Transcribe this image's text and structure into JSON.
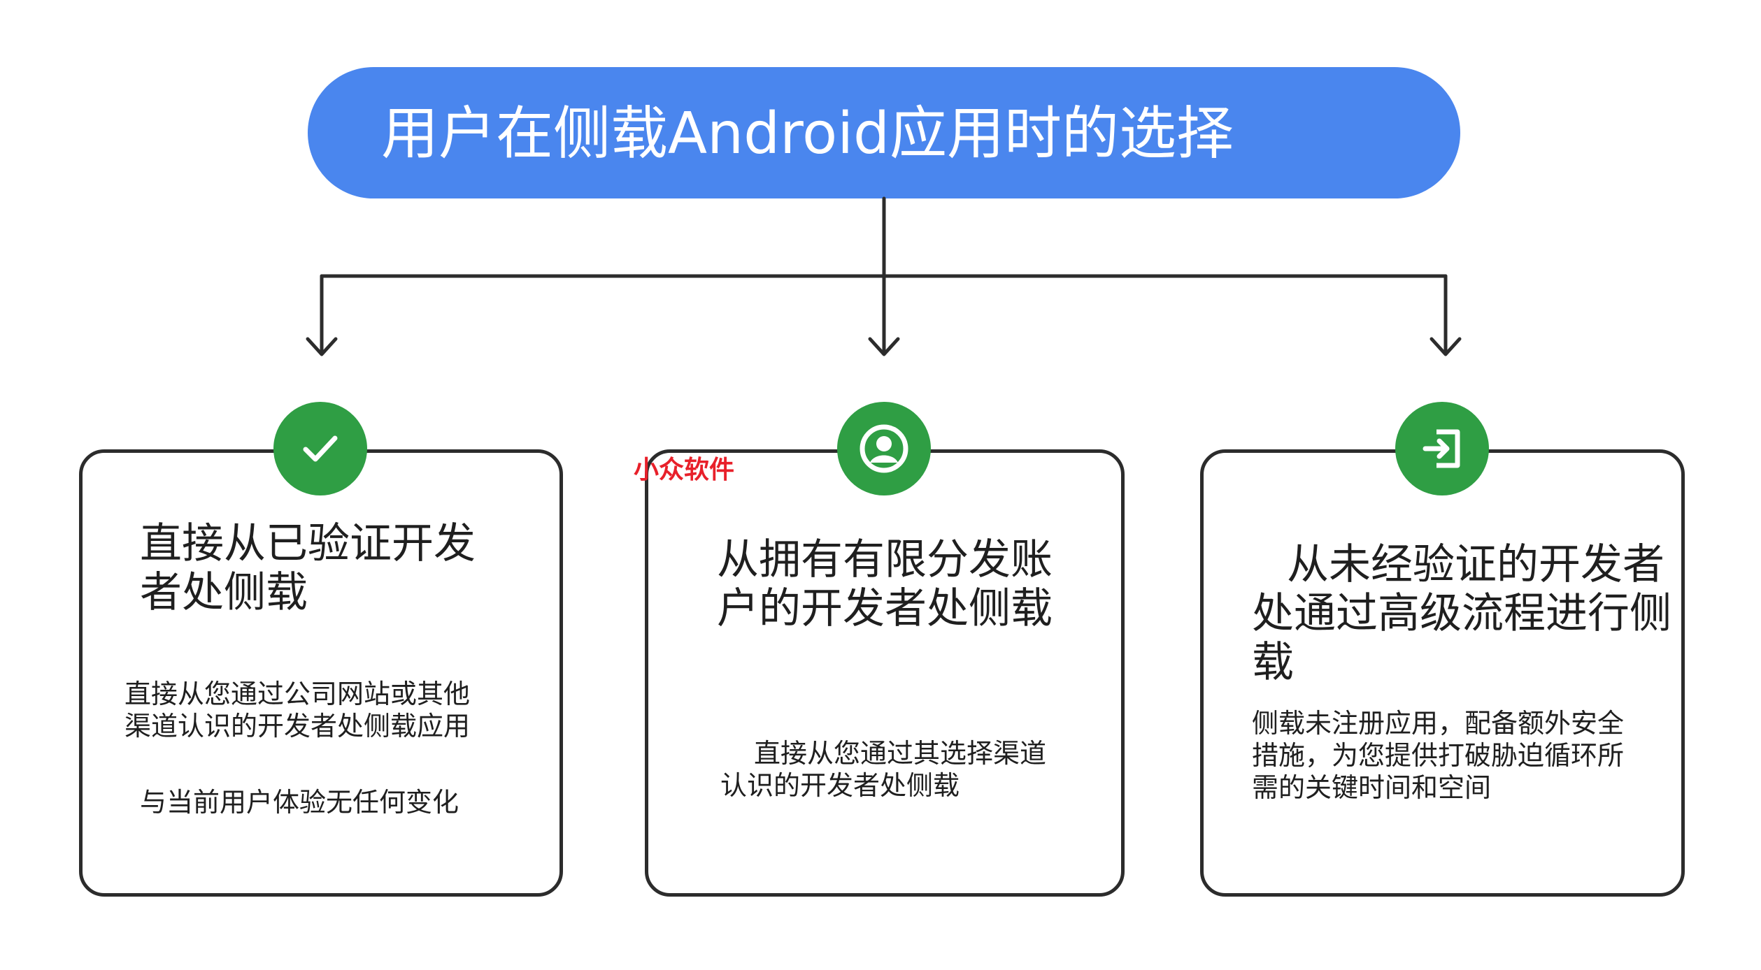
{
  "title": "用户在侧载Android应用时的选择",
  "watermark": "小众软件",
  "colors": {
    "title_bg": "#4a86ee",
    "badge": "#2f9e44",
    "border": "#2c2c2c",
    "watermark": "#e8202a"
  },
  "cards": [
    {
      "icon": "check-icon",
      "title_lines": [
        "直接从已验证开发",
        "者处侧载"
      ],
      "body_lines": [
        "直接从您通过公司网站或其他",
        "渠道认识的开发者处侧载应用"
      ],
      "extra": "与当前用户体验无任何变化"
    },
    {
      "icon": "account-icon",
      "title_lines": [
        "从拥有有限分发账",
        "户的开发者处侧载"
      ],
      "body_lines": [
        "直接从您通过其选择渠道",
        "认识的开发者处侧载"
      ]
    },
    {
      "icon": "login-icon",
      "title_lines": [
        "从未经验证的开发者",
        "处通过高级流程进行侧",
        "载"
      ],
      "body_lines": [
        "侧载未注册应用，配备额外安全",
        "措施，为您提供打破胁迫循环所",
        "需的关键时间和空间"
      ]
    }
  ]
}
